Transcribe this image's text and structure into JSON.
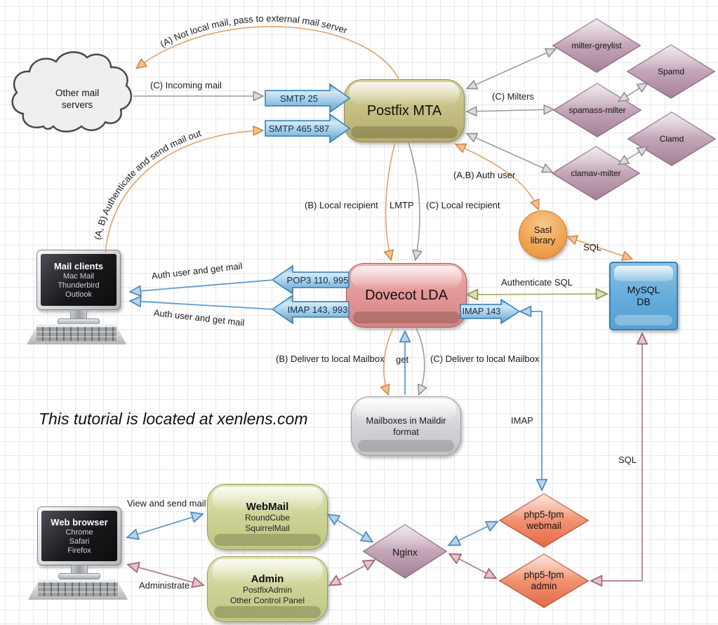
{
  "note": "This tutorial is located at xenlens.com",
  "nodes": {
    "cloud": "Other mail servers",
    "postfix": "Postfix MTA",
    "dovecot": "Dovecot LDA",
    "mysql": "MySQL DB",
    "sasl": "Sasl library",
    "mailboxes": "Mailboxes in Maildir format",
    "nginx": "Nginx",
    "php_webmail": "php5-fpm webmail",
    "php_admin": "php5-fpm admin",
    "milters": [
      "milter-greylist",
      "Spamd",
      "spamass-milter",
      "Clamd",
      "clamav-milter"
    ],
    "mail_clients": {
      "title": "Mail clients",
      "items": [
        "Mac Mail",
        "Thunderbird",
        "Outlook"
      ]
    },
    "web_browser": {
      "title": "Web browser",
      "items": [
        "Chrome",
        "Safari",
        "Firefox"
      ]
    },
    "webmail_box": {
      "title": "WebMail",
      "items": [
        "RoundCube",
        "SquirrelMail"
      ]
    },
    "admin_box": {
      "title": "Admin",
      "items": [
        "PostfixAdmin",
        "Other Control Panel"
      ]
    }
  },
  "ports": {
    "smtp25": "SMTP 25",
    "smtp465": "SMTP 465 587",
    "pop3": "POP3 110, 995",
    "imap993": "IMAP 143, 993",
    "imap143": "IMAP 143"
  },
  "labels": {
    "not_local": "(A) Not local mail, pass to external mail server",
    "incoming": "(C) Incoming mail",
    "auth_send": "(A, B) Authenticate and send mail out",
    "milters": "(C) Milters",
    "auth_user_ab": "(A,B) Auth user",
    "local_recipient_b": "(B) Local recipient",
    "lmtp": "LMTP",
    "local_recipient_c": "(C) Local recipient",
    "sql_sasl": "SQL",
    "authenticate_sql": "Authenticate SQL",
    "auth_get_1": "Auth user and get mail",
    "auth_get_2": "Auth user and get mail",
    "deliver_b": "(B) Deliver to local Mailbox",
    "get": "get",
    "deliver_c": "(C) Deliver to local Mailbox",
    "imap_line": "IMAP",
    "sql_line": "SQL",
    "view_send": "View and send mail",
    "administrate": "Administrate"
  },
  "colors": {
    "postfix": "#b5ae6e",
    "dovecot": "#dd8c8c",
    "olive_box": "#c3ca8c",
    "milter_diamond": "#b793a9",
    "php_diamond": "#ee7b57",
    "mysql": "#5ba3d4",
    "sasl": "#ec9a47",
    "arrow_blue": "#5f9ccc",
    "arrow_gray": "#9b9b9b",
    "arrow_orange": "#dfa367",
    "arrow_olive": "#a6b06b",
    "arrow_mauve": "#b2808b"
  }
}
